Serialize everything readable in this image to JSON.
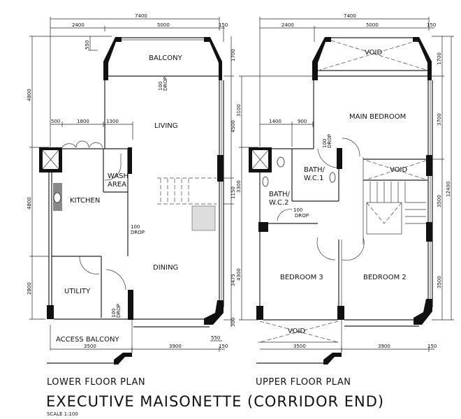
{
  "title": "EXECUTIVE MAISONETTE (CORRIDOR END)",
  "scale": "SCALE 1:100",
  "lower": {
    "caption": "LOWER FLOOR PLAN",
    "rooms": {
      "balcony": "BALCONY",
      "living": "LIVING",
      "wash1": "WASH",
      "wash2": "AREA",
      "kitchen": "KITCHEN",
      "dining": "DINING",
      "utility": "UTILITY",
      "access": "ACCESS BALCONY"
    },
    "notes": {
      "drop_num": "100",
      "drop": "DROP"
    },
    "dims": {
      "top_total": "7400",
      "top_a": "2400",
      "top_b": "5000",
      "top_c": "150",
      "d550": "550",
      "d500": "500",
      "d1800": "1800",
      "d1300": "1300",
      "left_a": "4800",
      "left_b": "4800",
      "left_c": "2800",
      "right_a": "1700",
      "right_b": "4500",
      "right_c": "1150",
      "right_d": "3475",
      "right_e": "300",
      "bot_a": "3500",
      "bot_b": "3900",
      "bot_c": "150",
      "bot_550": "550"
    }
  },
  "upper": {
    "caption": "UPPER FLOOR PLAN",
    "rooms": {
      "void": "VOID",
      "main_bedroom": "MAIN BEDROOM",
      "bath1a": "BATH/",
      "bath1b": "W.C.1",
      "bath2a": "BATH/",
      "bath2b": "W.C.2",
      "bedroom3": "BEDROOM 3",
      "bedroom2": "BEDROOM 2"
    },
    "notes": {
      "drop_num": "100",
      "drop": "DROP"
    },
    "dims": {
      "top_total": "7400",
      "top_a": "2400",
      "top_b": "5000",
      "top_c": "150",
      "d1400": "1400",
      "d900": "900",
      "left_a": "3100",
      "left_b": "3300",
      "left_c": "4300",
      "right_a": "1700",
      "right_b": "3700",
      "right_c": "3500",
      "right_d": "3500",
      "overall": "12400",
      "bot_a": "3500",
      "bot_b": "3900",
      "bot_c": "150"
    }
  }
}
